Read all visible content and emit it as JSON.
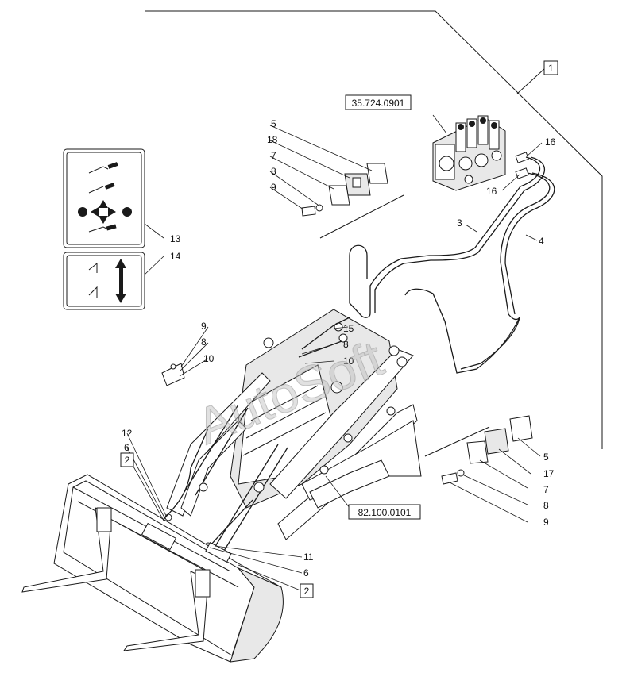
{
  "watermark": "AutoSoft",
  "reference_boxes": {
    "assembly": "1",
    "valve_ref": "35.724.0901",
    "frame_ref": "82.100.0101",
    "bucket_ref_left": "2",
    "bucket_ref_right": "2"
  },
  "callouts": {
    "c3": "3",
    "c4": "4",
    "c5_top": "5",
    "c18": "18",
    "c7_top": "7",
    "c8_top": "8",
    "c9_top": "9",
    "c16_a": "16",
    "c16_b": "16",
    "c13": "13",
    "c14": "14",
    "c9_mid": "9",
    "c8_mid": "8",
    "c10_mid": "10",
    "c15": "15",
    "c8_center": "8",
    "c10_center": "10",
    "c12": "12",
    "c6_left": "6",
    "c11": "11",
    "c6_bottom": "6",
    "c5_right": "5",
    "c17": "17",
    "c7_right": "7",
    "c8_right": "8",
    "c9_right": "9"
  },
  "icons": [
    "lever-up-decal-icon",
    "arrow-cross-decal-icon",
    "lift-arrows-decal-icon"
  ]
}
